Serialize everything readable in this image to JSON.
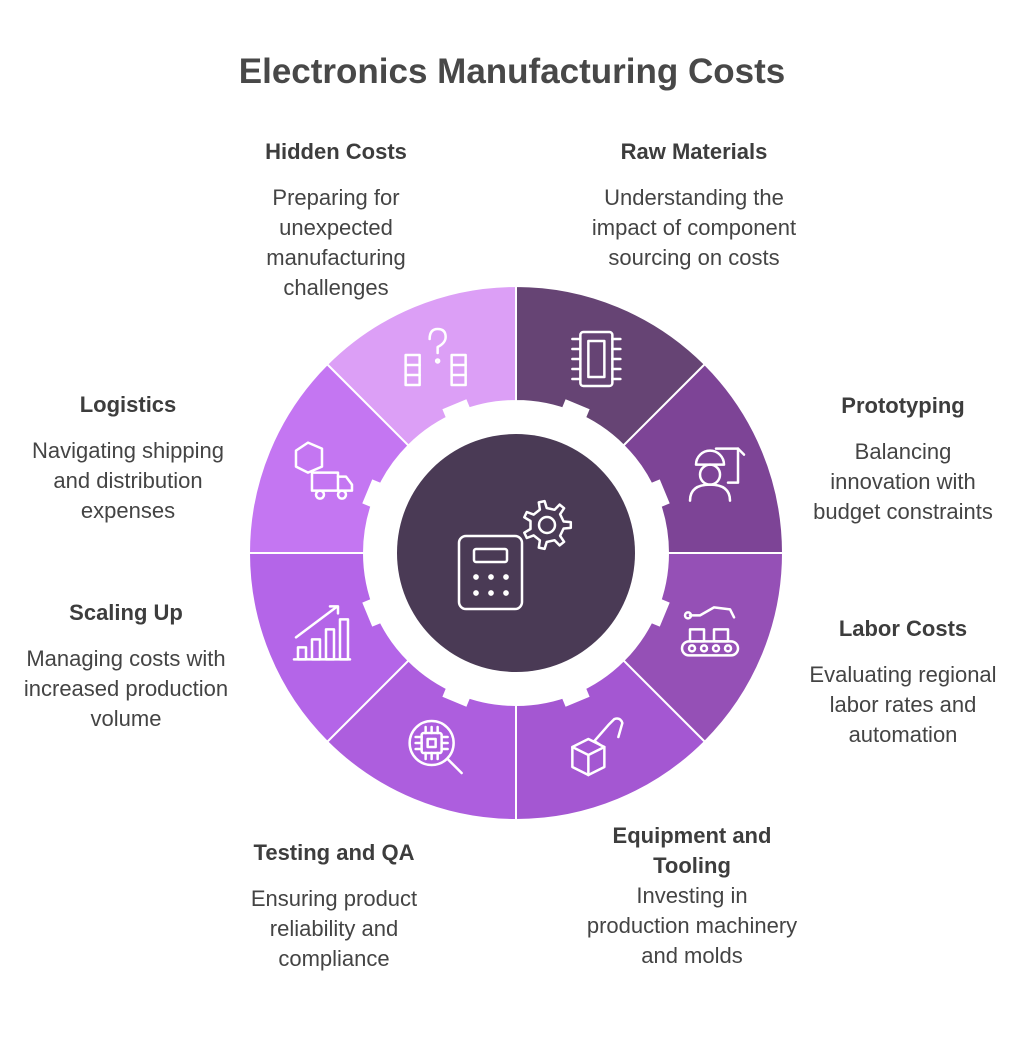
{
  "title": "Electronics Manufacturing Costs",
  "colors": {
    "center": "#4a3a55",
    "icon": "#ffffff"
  },
  "segments": [
    {
      "id": "raw-materials",
      "label": "Raw Materials",
      "description": "Understanding the impact of component sourcing on costs",
      "color": "#664474",
      "icon": "chip-icon"
    },
    {
      "id": "prototyping",
      "label": "Prototyping",
      "description": "Balancing innovation with budget constraints",
      "color": "#7d4496",
      "icon": "engineer-icon"
    },
    {
      "id": "labor-costs",
      "label": "Labor Costs",
      "description": "Evaluating regional labor rates and automation",
      "color": "#9550b6",
      "icon": "robot-arm-conveyor-icon"
    },
    {
      "id": "equipment-tooling",
      "label": "Equipment and Tooling",
      "description": "Investing in production machinery and molds",
      "color": "#a457d2",
      "icon": "box-tooling-icon"
    },
    {
      "id": "testing-qa",
      "label": "Testing and QA",
      "description": "Ensuring product reliability and compliance",
      "color": "#ad5ede",
      "icon": "chip-magnifier-icon"
    },
    {
      "id": "scaling-up",
      "label": "Scaling Up",
      "description": "Managing costs with increased production volume",
      "color": "#b465e8",
      "icon": "growth-chart-icon"
    },
    {
      "id": "logistics",
      "label": "Logistics",
      "description": "Navigating shipping and distribution expenses",
      "color": "#c476f2",
      "icon": "delivery-truck-icon"
    },
    {
      "id": "hidden-costs",
      "label": "Hidden Costs",
      "description": "Preparing for unexpected manufacturing challenges",
      "color": "#dc9ff6",
      "icon": "question-blocks-icon"
    }
  ]
}
